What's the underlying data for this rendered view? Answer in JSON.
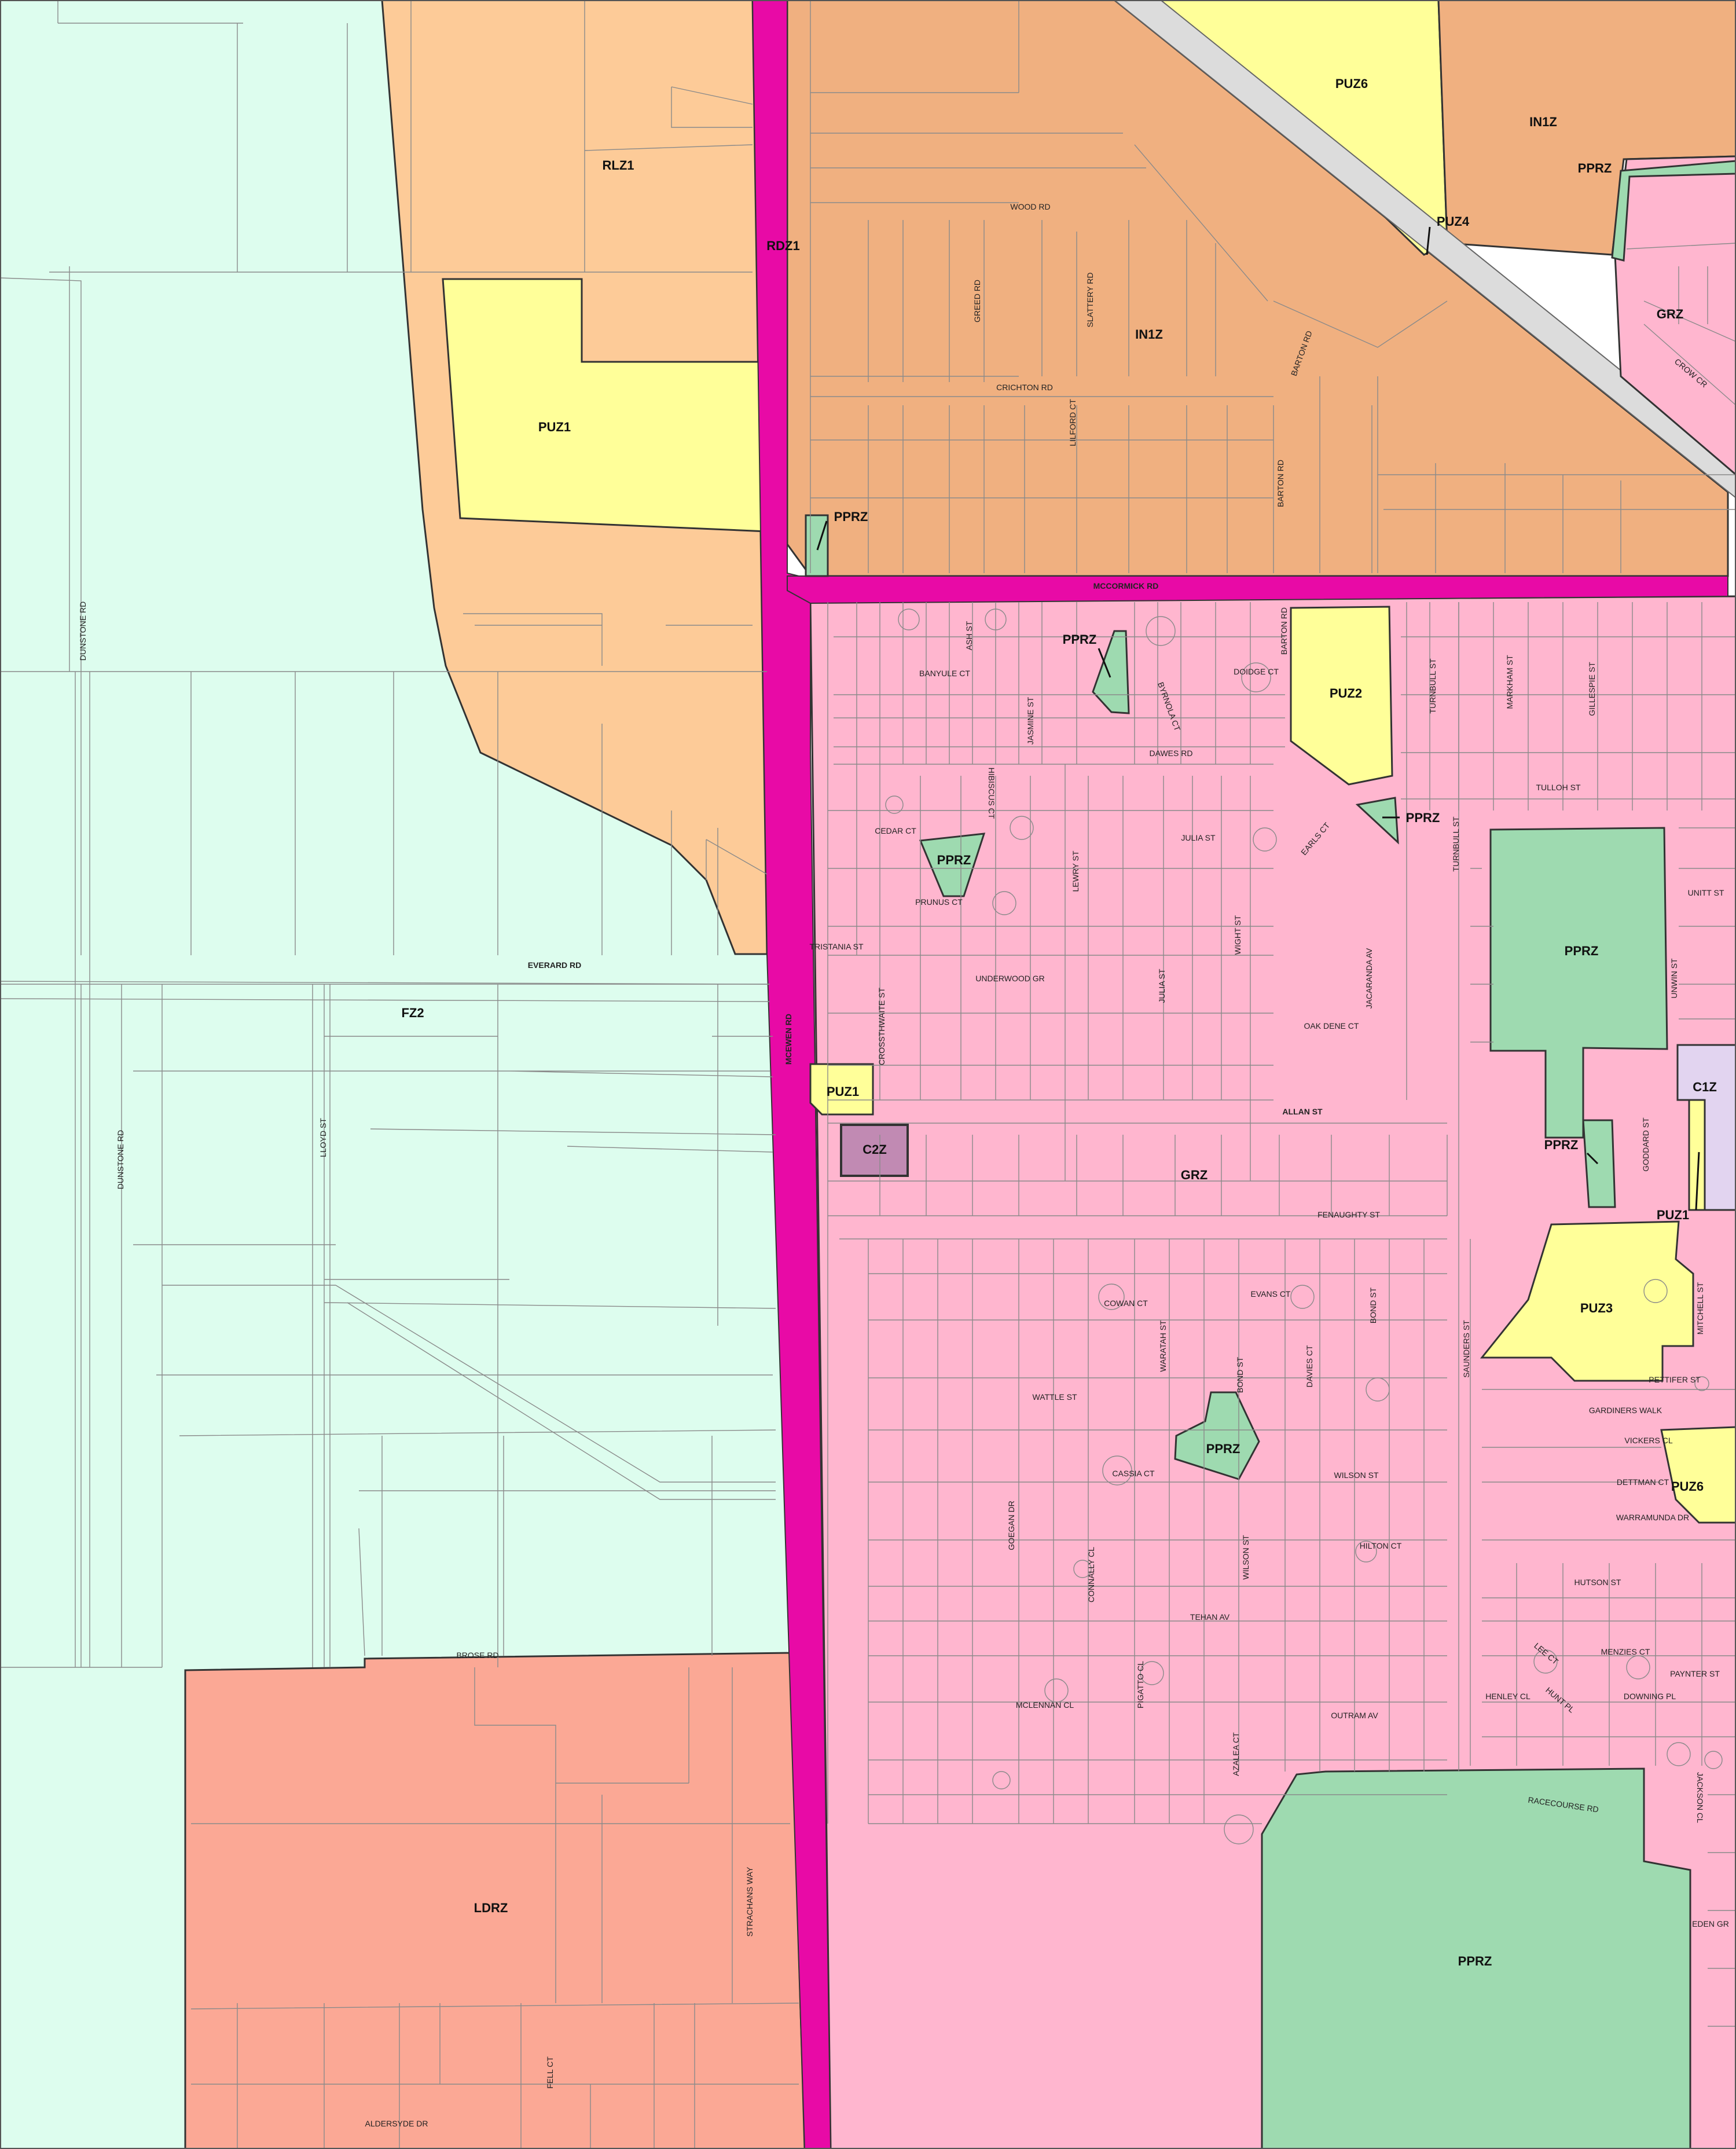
{
  "colors": {
    "FZ": "#ddfdee",
    "RLZ": "#fdcb98",
    "IN1Z": "#f0b080",
    "PUZ": "#ffff99",
    "GRZ": "#ffb6cf",
    "PPRZ": "#9edab0",
    "LDRZ": "#fba895",
    "RDZ": "#e80aa6",
    "C1Z": "#e2d4f0",
    "C2Z": "#c18ab3",
    "PUZ4": "#dcdcdc"
  },
  "zones": [
    {
      "name": "FZ2",
      "label": "FZ2"
    },
    {
      "name": "RLZ1",
      "label": "RLZ1"
    },
    {
      "name": "IN1Z",
      "label": "IN1Z"
    },
    {
      "name": "IN1Z-2",
      "label": "IN1Z"
    },
    {
      "name": "PUZ1",
      "label": "PUZ1"
    },
    {
      "name": "PUZ1-2",
      "label": "PUZ1"
    },
    {
      "name": "PUZ1-3",
      "label": "PUZ1"
    },
    {
      "name": "PUZ2",
      "label": "PUZ2"
    },
    {
      "name": "PUZ3",
      "label": "PUZ3"
    },
    {
      "name": "PUZ4",
      "label": "PUZ4"
    },
    {
      "name": "PUZ6",
      "label": "PUZ6"
    },
    {
      "name": "PUZ6-2",
      "label": "PUZ6"
    },
    {
      "name": "GRZ",
      "label": "GRZ"
    },
    {
      "name": "GRZ-2",
      "label": "GRZ"
    },
    {
      "name": "RDZ1",
      "label": "RDZ1"
    },
    {
      "name": "LDRZ",
      "label": "LDRZ"
    },
    {
      "name": "C1Z",
      "label": "C1Z"
    },
    {
      "name": "C2Z",
      "label": "C2Z"
    },
    {
      "name": "PPRZ-1",
      "label": "PPRZ"
    },
    {
      "name": "PPRZ-2",
      "label": "PPRZ"
    },
    {
      "name": "PPRZ-3",
      "label": "PPRZ"
    },
    {
      "name": "PPRZ-4",
      "label": "PPRZ"
    },
    {
      "name": "PPRZ-5",
      "label": "PPRZ"
    },
    {
      "name": "PPRZ-6",
      "label": "PPRZ"
    },
    {
      "name": "PPRZ-7",
      "label": "PPRZ"
    },
    {
      "name": "PPRZ-8",
      "label": "PPRZ"
    },
    {
      "name": "PPRZ-9",
      "label": "PPRZ"
    }
  ],
  "roads": [
    "WOOD RD",
    "GREED RD",
    "SLATTERY RD",
    "BARTON RD",
    "CRICHTON RD",
    "LILFORD CT",
    "BARTON RD",
    "MCCORMICK RD",
    "ASH ST",
    "BANYULE CT",
    "JASMINE ST",
    "BYRNOLA CT",
    "DOIDGE CT",
    "BARTON RD",
    "TURNBULL ST",
    "MARKHAM ST",
    "GILLESPIE ST",
    "DAWES RD",
    "TULLOH ST",
    "HIBISCUS CT",
    "CEDAR CT",
    "PRUNUS CT",
    "LEWRY ST",
    "JULIA ST",
    "EARLS CT",
    "TURNBULL ST",
    "UNITT ST",
    "WIGHT ST",
    "TRISTANIA ST",
    "UNDERWOOD GR",
    "JULIA ST",
    "JACARANDA AV",
    "OAK DENE CT",
    "UNWIN ST",
    "CROSSTHWAITE ST",
    "MCEWEN RD",
    "ALLAN ST",
    "GODDARD ST",
    "FENAUGHTY ST",
    "COWAN CT",
    "EVANS CT",
    "BOND ST",
    "MITCHELL ST",
    "WARATAH ST",
    "SAUNDERS ST",
    "DAVIES CT",
    "BOND ST",
    "WATTLE ST",
    "PETTIFER ST",
    "GARDINERS WALK",
    "VICKERS CL",
    "CASSIA CT",
    "WILSON ST",
    "DETTMAN CT",
    "GOEGAN DR",
    "WARRAMUNDA DR",
    "CONNALLY CL",
    "WILSON ST",
    "HILTON CT",
    "HUTSON ST",
    "TEHAN AV",
    "LEE CT",
    "MENZIES CT",
    "PAYNTER ST",
    "HENLEY CL",
    "HUNT PL",
    "DOWNING PL",
    "MCLENNAN CL",
    "PIGATTO CL",
    "OUTRAM AV",
    "AZALEA CT",
    "RACECOURSE RD",
    "JACKSON CL",
    "EDEN GR",
    "BROSE RD",
    "STRACHANS WAY",
    "FELL CT",
    "ALDERSYDE DR",
    "DUNSTONE RD",
    "DUNSTONE RD",
    "EVERARD RD",
    "LLOYD ST",
    "CROW CR"
  ]
}
